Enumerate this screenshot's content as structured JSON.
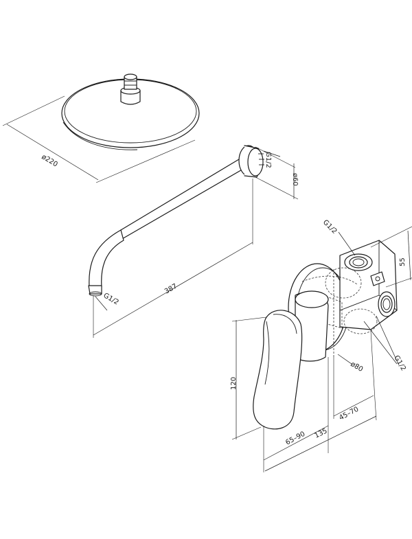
{
  "diagram": {
    "line_color": "#1a1a1a",
    "background": "#ffffff",
    "parts": [
      "shower-head",
      "shower-arm",
      "mixer-lever",
      "mixer-body"
    ],
    "dimensions": {
      "head_diameter": "ø220",
      "arm_connection": "G1/2",
      "flange_diameter": "ø60",
      "arm_length": "387",
      "arm_outlet": "G1/2",
      "body_top_connection": "G1/2",
      "body_height": "55",
      "body_side_connections": "G1/2",
      "cover_diameter": "ø80",
      "lever_height": "120",
      "lever_depth_range": "65–90",
      "body_depth_range": "45–70",
      "total_depth": "135"
    }
  }
}
